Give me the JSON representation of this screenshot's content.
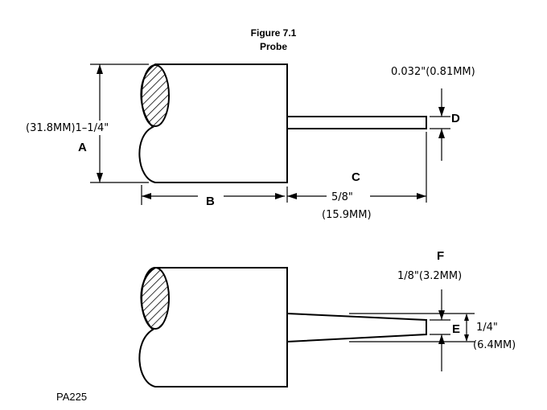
{
  "figure": {
    "title_line1": "Figure 7.1",
    "title_line2": "Probe"
  },
  "top_view": {
    "diameter_text": "(31.8MM)1–1/4\"",
    "label_a": "A",
    "label_b": "B",
    "label_c": "C",
    "probe_length_in": "5/8\"",
    "probe_length_mm": "(15.9MM)",
    "tip_dim_text": "0.032\"(0.81MM)",
    "label_d": "D"
  },
  "bottom_view": {
    "label_f": "F",
    "tip_dim_text": "1/8\"(3.2MM)",
    "label_e": "E",
    "width_in": "1/4\"",
    "width_mm": "(6.4MM)"
  },
  "footer": {
    "code": "PA225"
  }
}
